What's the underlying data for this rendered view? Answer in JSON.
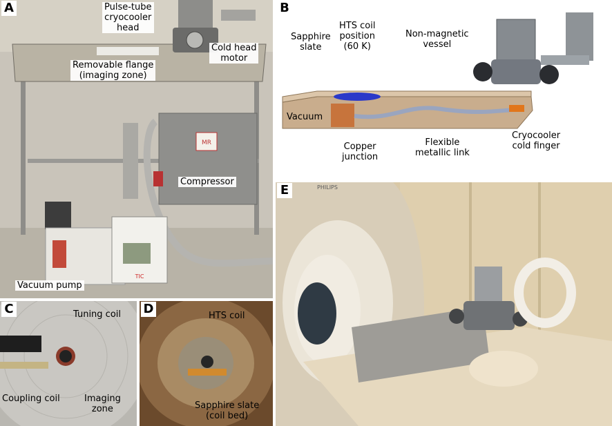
{
  "panels": {
    "a": {
      "letter": "A",
      "labels": {
        "cryocooler_head": "Pulse-tube\ncryocooler\nhead",
        "cold_head_motor": "Cold head\nmotor",
        "flange": "Removable flange\n(imaging zone)",
        "compressor": "Compressor",
        "vacuum_pump": "Vacuum pump"
      },
      "sticker_text": "MR",
      "controller_brand": "TIC"
    },
    "b": {
      "letter": "B",
      "labels": {
        "sapphire_slate": "Sapphire\nslate",
        "hts_coil_position": "HTS coil\nposition\n(60 K)",
        "vessel": "Non-magnetic\nvessel",
        "vacuum": "Vacuum",
        "copper_junction": "Copper\njunction",
        "flexible_link": "Flexible\nmetallic link",
        "cold_finger": "Cryocooler\ncold finger"
      }
    },
    "c": {
      "letter": "C",
      "labels": {
        "tuning_coil": "Tuning coil",
        "coupling_coil": "Coupling coil",
        "imaging_zone": "Imaging\nzone"
      }
    },
    "d": {
      "letter": "D",
      "labels": {
        "hts_coil": "HTS coil",
        "sapphire_slate": "Sapphire slate\n(coil bed)"
      }
    },
    "e": {
      "letter": "E",
      "brand": "PHILIPS"
    }
  },
  "colors": {
    "frame_metal": "#a9a8a3",
    "compressor": "#8f8f8c",
    "vessel": "#c9ad8d",
    "copper": "#c7743c",
    "hts_coil": "#2a39c9",
    "mri_bore": "#d8cdb8",
    "wall": "#d9c8a6"
  }
}
